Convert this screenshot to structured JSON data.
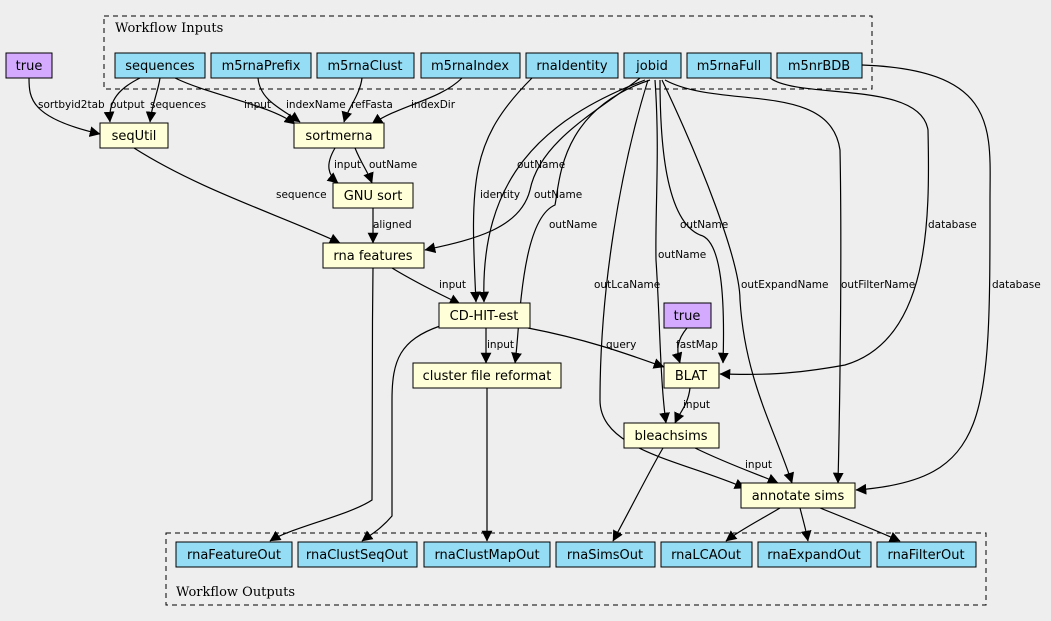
{
  "clusters": {
    "inputs_title": "Workflow Inputs",
    "outputs_title": "Workflow Outputs"
  },
  "inputs": {
    "sequences": "sequences",
    "m5rnaPrefix": "m5rnaPrefix",
    "m5rnaClust": "m5rnaClust",
    "m5rnaIndex": "m5rnaIndex",
    "rnaIdentity": "rnaIdentity",
    "jobid": "jobid",
    "m5rnaFull": "m5rnaFull",
    "m5nrBDB": "m5nrBDB"
  },
  "constants": {
    "true_1": "true",
    "true_2": "true"
  },
  "steps": {
    "seqUtil": "seqUtil",
    "sortmerna": "sortmerna",
    "gnu_sort": "GNU sort",
    "rna_features": "rna features",
    "cdhit": "CD-HIT-est",
    "cluster_reformat": "cluster file reformat",
    "blat": "BLAT",
    "bleachsims": "bleachsims",
    "annotate_sims": "annotate sims"
  },
  "outputs": {
    "rnaFeatureOut": "rnaFeatureOut",
    "rnaClustSeqOut": "rnaClustSeqOut",
    "rnaClustMapOut": "rnaClustMapOut",
    "rnaSimsOut": "rnaSimsOut",
    "rnaLCAOut": "rnaLCAOut",
    "rnaExpandOut": "rnaExpandOut",
    "rnaFilterOut": "rnaFilterOut"
  },
  "edge_labels": {
    "sortbyid2tab": "sortbyid2tab",
    "output": "output",
    "sequences": "sequences",
    "input_sm": "input",
    "indexName": "indexName",
    "refFasta": "refFasta",
    "indexDir": "indexDir",
    "input_gnu": "input",
    "outName_gnu": "outName",
    "sequence": "sequence",
    "aligned": "aligned",
    "outName_rf": "outName",
    "identity": "identity",
    "outName_cd": "outName",
    "outName_cfr": "outName",
    "outName_blat": "outName",
    "outName_bleach": "outName",
    "database_blat": "database",
    "outLcaName": "outLcaName",
    "outExpandName": "outExpandName",
    "outFilterName": "outFilterName",
    "database_ann": "database",
    "input_cd": "input",
    "input_cfr": "input",
    "query": "query",
    "fastMap": "fastMap",
    "input_bleach": "input",
    "input_ann": "input"
  }
}
